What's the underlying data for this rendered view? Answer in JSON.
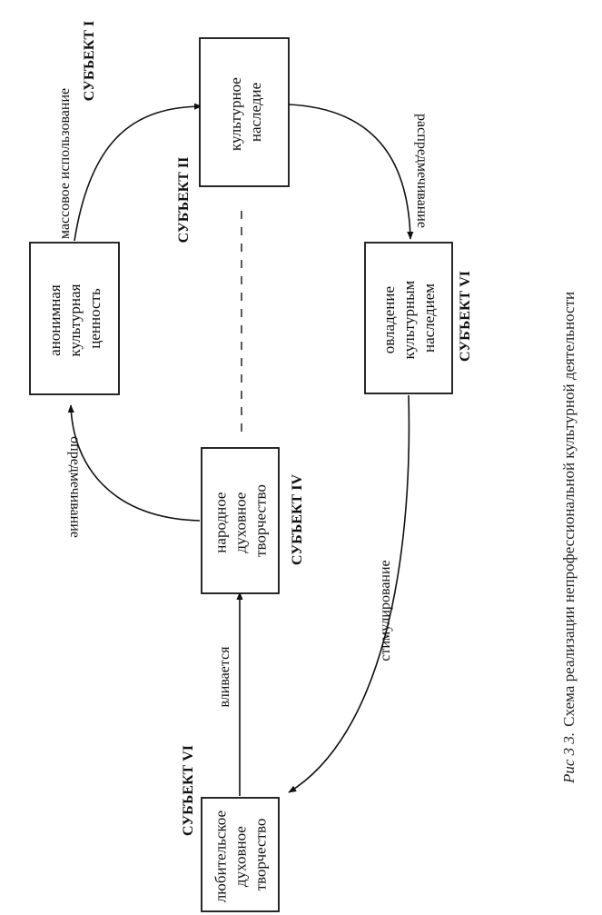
{
  "caption": {
    "lead": "Рис 3 3.",
    "text": "Схема реализации непрофессиональной культурной деятельности"
  },
  "nodes": {
    "heritage": [
      "культурное",
      "наследие"
    ],
    "anonymous": [
      "анонимная",
      "культурная",
      "ценность"
    ],
    "mastering": [
      "овладение",
      "культурным",
      "наследием"
    ],
    "folk": [
      "народное",
      "духовное",
      "творчество"
    ],
    "amateur": [
      "любительское",
      "духовное",
      "творчество"
    ]
  },
  "edges": {
    "mass_use": "массовое использование",
    "distribution": "распредмечивание",
    "objectification": "опредмечивание",
    "stimulation": "стимулирование",
    "flows_into": "вливается"
  },
  "subjects": {
    "s1": "СУБЪЕКТ I",
    "s2": "СУБЪЕКТ II",
    "s4": "СУБЪЕКТ IV",
    "s6_mastering": "СУБЪЕКТ VI",
    "s6_amateur": "СУБЪЕКТ VI"
  }
}
